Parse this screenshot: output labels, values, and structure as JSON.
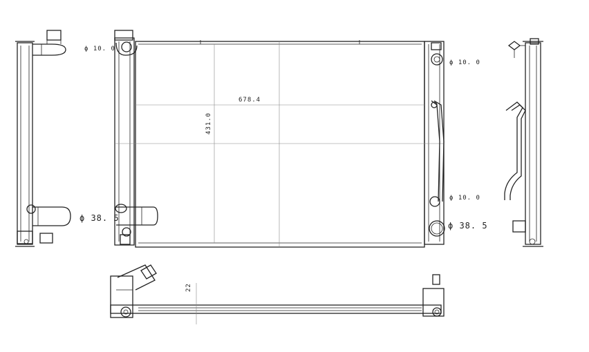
{
  "dims": {
    "top_left_inlet": "ϕ 10. 0",
    "right_top_port": "ϕ 10. 0",
    "right_lower_port": "ϕ 10. 0",
    "left_outlet": "ϕ 38. 5",
    "right_outlet": "ϕ 38. 5",
    "width": "678.4",
    "height": "431.0",
    "core_thickness": "22"
  }
}
